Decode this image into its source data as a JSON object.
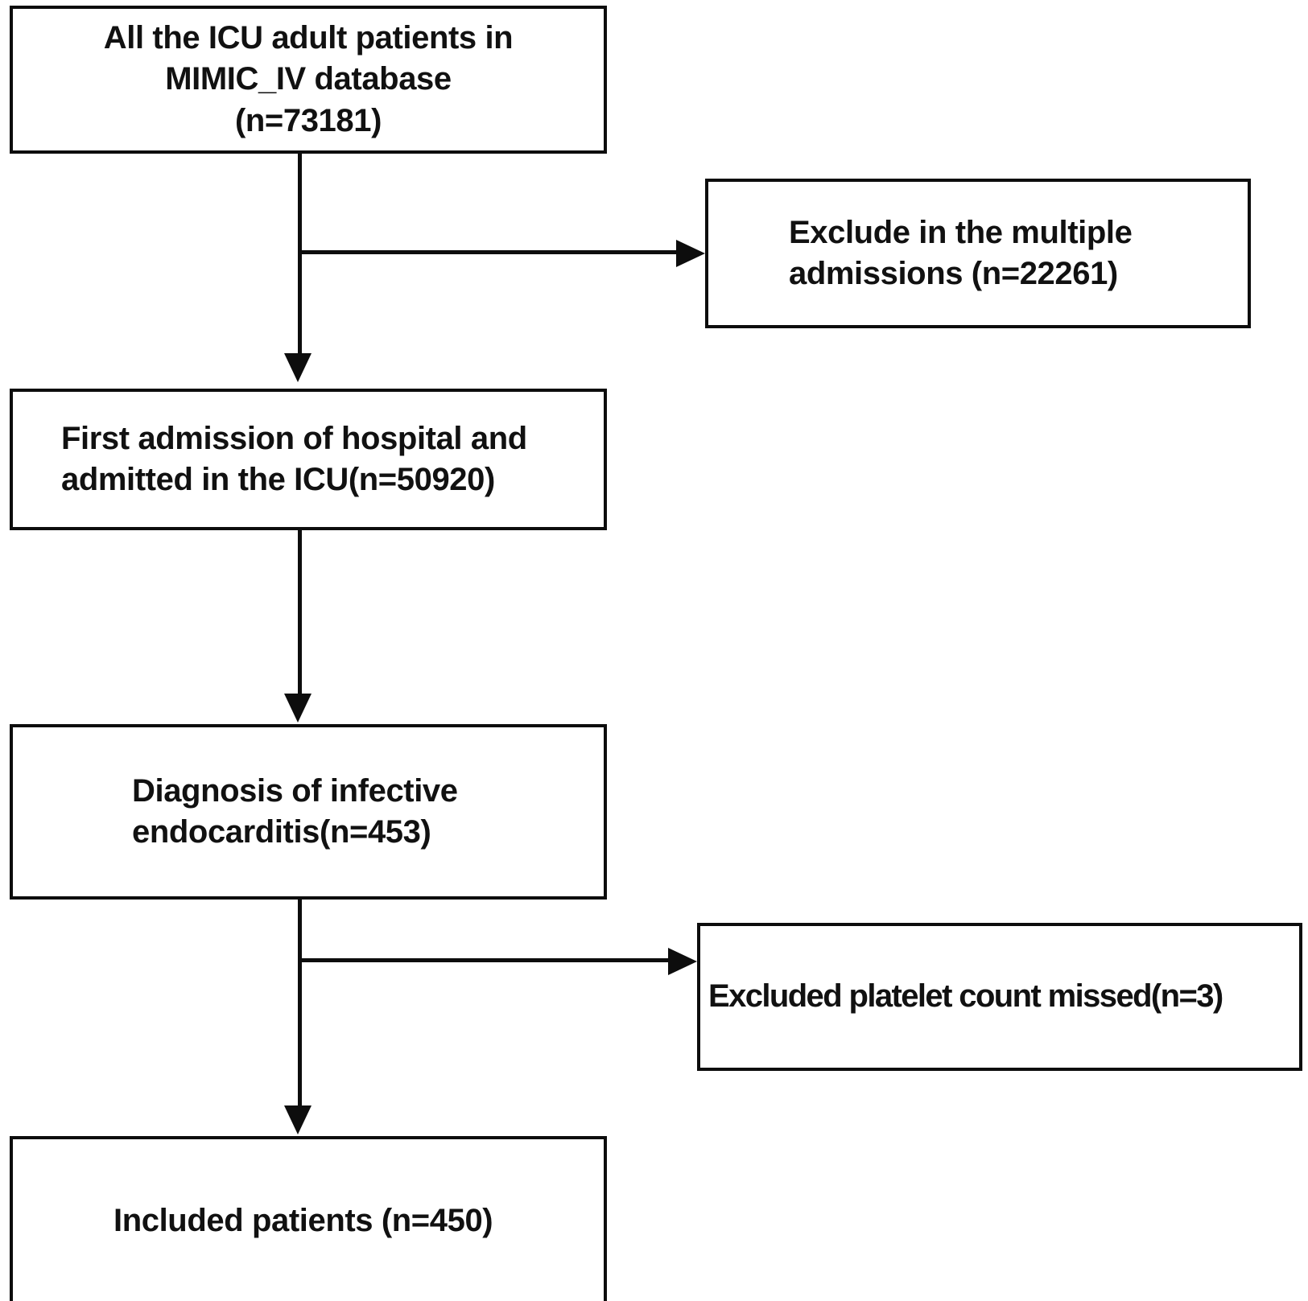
{
  "diagram": {
    "type": "patient-selection-flowchart",
    "title": "Study population flow diagram",
    "stroke_color": "#0d0d0d",
    "text_color": "#111111",
    "background_color": "#ffffff",
    "nodes": {
      "all_icu": {
        "label": "All the ICU adult patients in\nMIMIC_IV database\n(n=73181)",
        "count": 73181
      },
      "first_admission": {
        "label": "First admission of hospital and\nadmitted in the ICU(n=50920)",
        "count": 50920
      },
      "diagnosis": {
        "label": "Diagnosis of infective\nendocarditis(n=453)",
        "count": 453
      },
      "included": {
        "label": "Included patients (n=450)",
        "count": 450
      },
      "exclude_multiple": {
        "label": "Exclude in the multiple\nadmissions (n=22261)",
        "count": 22261
      },
      "exclude_platelet": {
        "label": "Excluded platelet count missed(n=3)",
        "count": 3
      }
    },
    "connectors": [
      {
        "name": "all-icu-to-first-admission",
        "from": "all_icu",
        "to": "first_admission",
        "direction": "down"
      },
      {
        "name": "all-icu-to-exclude-multiple",
        "from": "all_icu",
        "to": "exclude_multiple",
        "direction": "right"
      },
      {
        "name": "first-admission-to-diagnosis",
        "from": "first_admission",
        "to": "diagnosis",
        "direction": "down"
      },
      {
        "name": "diagnosis-to-included",
        "from": "diagnosis",
        "to": "included",
        "direction": "down"
      },
      {
        "name": "diagnosis-to-exclude-platelet",
        "from": "diagnosis",
        "to": "exclude_platelet",
        "direction": "right"
      }
    ]
  }
}
